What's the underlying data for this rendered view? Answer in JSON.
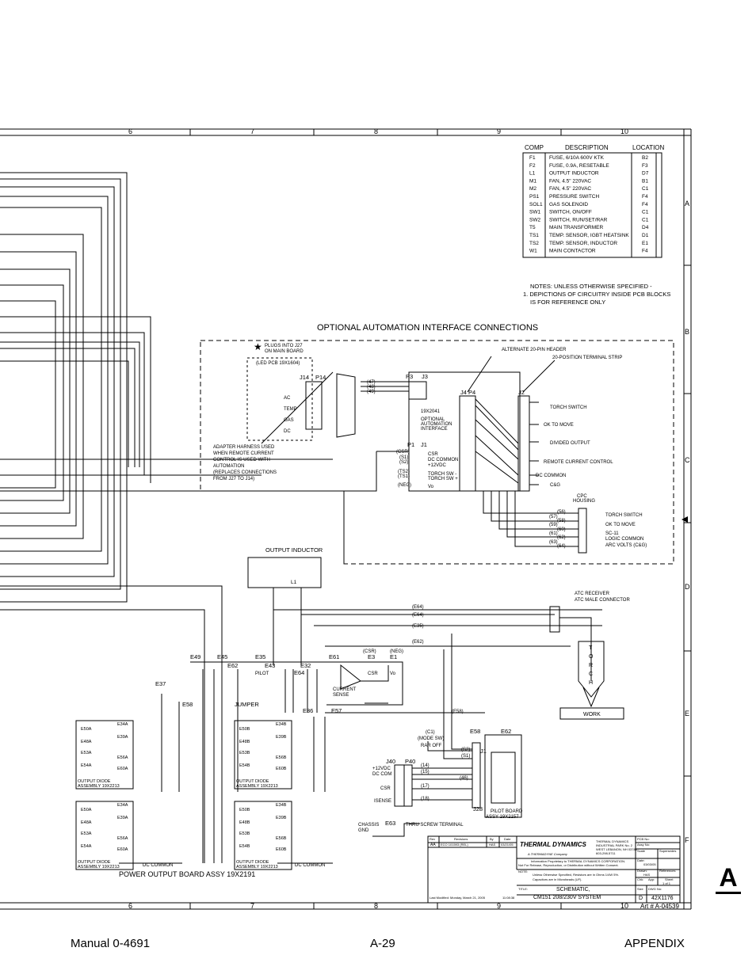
{
  "border": {
    "columns": [
      "6",
      "7",
      "8",
      "9",
      "10"
    ],
    "rows": [
      "A",
      "B",
      "C",
      "D",
      "E",
      "F"
    ]
  },
  "parts_table": {
    "headers": [
      "COMP",
      "DESCRIPTION",
      "LOCATION"
    ],
    "rows": [
      [
        "F1",
        "FUSE, 6/10A 600V KTK",
        "B2"
      ],
      [
        "F2",
        "FUSE, 0.9A, RESETABLE",
        "F3"
      ],
      [
        "L1",
        "OUTPUT INDUCTOR",
        "D7"
      ],
      [
        "M1",
        "FAN, 4.5\" 220VAC",
        "B1"
      ],
      [
        "M2",
        "FAN, 4.5\" 220VAC",
        "C1"
      ],
      [
        "PS1",
        "PRESSURE SWITCH",
        "F4"
      ],
      [
        "SOL1",
        "GAS SOLENOID",
        "F4"
      ],
      [
        "SW1",
        "SWITCH, ON/OFF",
        "C1"
      ],
      [
        "SW2",
        "SWITCH, RUN/SET/RAR",
        "C1"
      ],
      [
        "T5",
        "MAIN TRANSFORMER",
        "D4"
      ],
      [
        "TS1",
        "TEMP. SENSOR, IGBT HEATSINK",
        "D1"
      ],
      [
        "TS2",
        "TEMP. SENSOR, INDUCTOR",
        "E1"
      ],
      [
        "W1",
        "MAIN CONTACTOR",
        "F4"
      ]
    ]
  },
  "notes": {
    "line1": "NOTES: UNLESS OTHERWISE SPECIFIED -",
    "line2": "1. DEPICTIONS OF CIRCUITRY INSIDE PCB BLOCKS",
    "line3": "IS FOR REFERENCE ONLY"
  },
  "automation": {
    "title": "OPTIONAL AUTOMATION INTERFACE CONNECTIONS",
    "plugs_note": "PLUGS INTO J27",
    "plugs_note2": "ON MAIN BOARD",
    "led_pcb": "(LED PCB 19X1604)",
    "j14": "J14",
    "p14": "P14",
    "led_labels": [
      "AC",
      "TEMP",
      "GAS",
      "DC"
    ],
    "wires_47_49": [
      "(47)",
      "(48)",
      "(49)"
    ],
    "p3": "P3",
    "j3": "J3",
    "board_id": "19X2041",
    "board_desc": [
      "OPTIONAL",
      "AUTOMATION",
      "INTERFACE"
    ],
    "j4p4": "J4 P4",
    "j2": "J2",
    "p1": "P1",
    "j1": "J1",
    "alt_header": "ALTERNATE 20-PIN HEADER",
    "terminal_strip": "20-POSITION TERMINAL STRIP",
    "adapter_note": [
      "ADAPTER HARNESS USED",
      "WHEN REMOTE CURRENT",
      "CONTROL IS USED WITH",
      "AUTOMATION",
      "(REPLACES CONNECTIONS",
      "FROM J27 TO J14)"
    ],
    "p1_wires": [
      "(CSR)",
      "(S1)",
      "(S2)",
      "(TS2)",
      "(TS1)",
      "(NEG)"
    ],
    "p1_signals": [
      "CSR",
      "DC COMMON",
      "+12VDC",
      "",
      "TORCH SW -",
      "TORCH SW +",
      "",
      "Vo"
    ],
    "j2_outputs": [
      "TORCH SWITCH",
      "OK TO MOVE",
      "DIVIDED OUTPUT",
      "REMOTE CURRENT CONTROL",
      "DC COMMON",
      "C&G"
    ],
    "cpc_title": [
      "CPC",
      "HOUSING"
    ],
    "cpc_wires": [
      "(56)",
      "(57)",
      "(58)",
      "(59)",
      "(60)",
      "(61)",
      "(62)",
      "(63)",
      "(64)"
    ],
    "cpc_outputs": [
      "TORCH SWITCH",
      "OK TO MOVE",
      "SC-11",
      "LOGIC COMMON",
      "ARC VOLTS (C&G)"
    ]
  },
  "power": {
    "inductor_title": "OUTPUT INDUCTOR",
    "inductor_id": "L1",
    "top_labels": [
      "E49",
      "E45",
      "E35",
      "(CSR)",
      "(NEG)",
      "E61",
      "E3",
      "E1"
    ],
    "mid_labels": [
      "E62",
      "E43",
      "E32",
      "E64",
      "PILOT",
      "CSR",
      "Vo",
      "E37",
      "E58",
      "JUMPER",
      "E36",
      "E57"
    ],
    "current_sense": [
      "CURRENT",
      "SENSE"
    ],
    "cable_wires": [
      "(E64)",
      "(E64)",
      "(E35)",
      "(E62)"
    ],
    "atc": [
      "ATC RECEIVER",
      "ATC MALE CONNECTOR"
    ],
    "torch": "TORCH",
    "work": "WORK",
    "board_title": "POWER OUTPUT BOARD ASSY 19X2191",
    "dc_common": "DC COMMON",
    "diode_assy": [
      "OUTPUT DIODE",
      "ASSEMBLY 19X2213"
    ],
    "diode_a1": [
      "E50A",
      "E48A",
      "E53A",
      "E54A",
      "E34A",
      "E39A",
      "E56A",
      "E60A"
    ],
    "diode_b1": [
      "E50B",
      "E48B",
      "E53B",
      "E54B",
      "E34B",
      "E39B",
      "E56B",
      "E60B"
    ]
  },
  "pilot": {
    "e58": "E58",
    "e62": "E62",
    "w58": "(E58)",
    "c1": "(C1)",
    "mode_sw": "(MODE SW)",
    "raf_off": "RAR OFF",
    "s2": "(S2)",
    "s1": "(S1)",
    "j1": "J1",
    "j40": "J40",
    "p40": "P40",
    "j40_signals": [
      "+12VDC",
      "DC COM",
      "CSR",
      "ISENSE"
    ],
    "w14": "(14)",
    "w15": "(15)",
    "w46": "(46)",
    "w17": "(17)",
    "w18": "(18)",
    "j28": "J28",
    "pilot_board": [
      "PILOT BOARD",
      "ASSY 19X2157"
    ],
    "e63": "E63",
    "chassis": [
      "CHASSIS",
      "GND"
    ],
    "thru_screw": "THRU SCREW TERMINAL"
  },
  "title_block": {
    "rev_headers": [
      "Rev",
      "Revisions",
      "By",
      "Date"
    ],
    "rev_row": [
      "AA",
      "ECO 101593 (REL)",
      "HAS",
      "03/21/05"
    ],
    "company": "THERMAL DYNAMICS",
    "company_sub": "A THERMADYNE Company",
    "address": [
      "THERMAL DYNAMICS",
      "INDUSTRIAL PARK No. 2",
      "WEST LEBANON, NH 03784",
      "603-298-5711"
    ],
    "info": "Information Proprietary to THERMAL DYNAMICS CORPORATION.",
    "info2": "Not For Release, Reproduction, or Distribution without Written Consent.",
    "note": "NOTE:",
    "note_text": "Unless Otherwise Specified, Resistors are in Ohms 1/4W 5%.",
    "note_text2": "Capacitors are in Microfarads (UF).",
    "pcb_no": "PCB No:",
    "assy_no": "Assy No:",
    "scale": "Scale",
    "supersedes": "Supersedes",
    "date_label": "Date:",
    "date": "03/03/05",
    "drawn": "Drawn:",
    "drawn_by": "HAS",
    "refs": "References",
    "chk": "Chk:",
    "app": "App:",
    "sheet": "Sheet",
    "sheet_val": "1  of  1",
    "title_label": "TITLE:",
    "title1": "SCHEMATIC,",
    "title2": "CM151  208/230V SYSTEM",
    "size": "Size",
    "size_val": "D",
    "dwg_no": "DWG No:",
    "dwg_val": "42X1176",
    "last_modified": "Last Modified:  Monday, March 21, 2005",
    "time": "11:08:38",
    "art": "Art # A-04539"
  },
  "footer": {
    "manual": "Manual 0-4691",
    "page": "A-29",
    "section": "APPENDIX",
    "tab": "A"
  }
}
